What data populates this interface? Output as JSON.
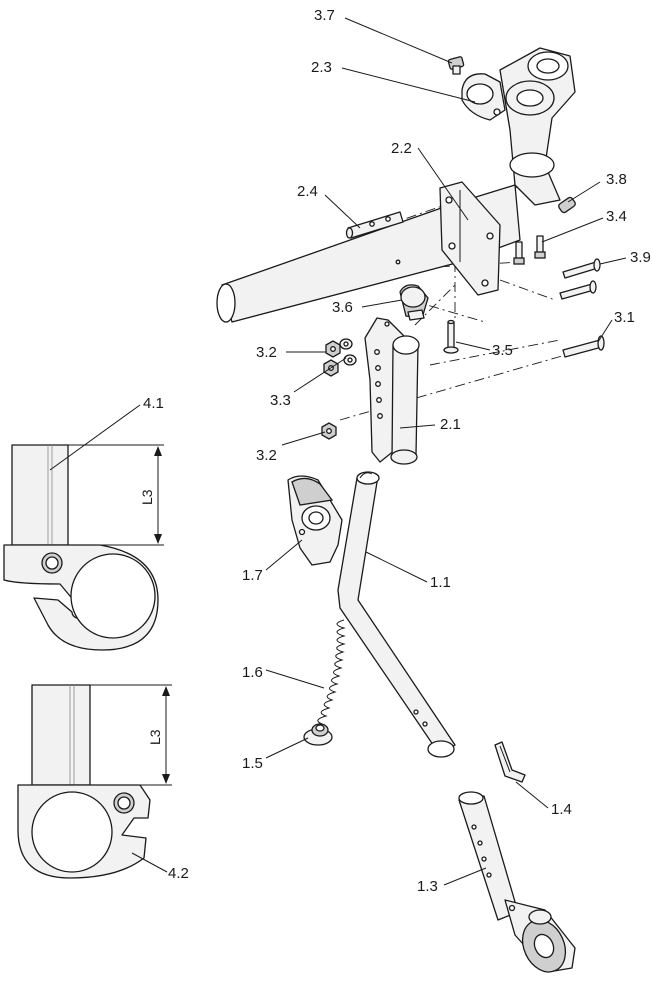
{
  "labels": {
    "p3_7": "3.7",
    "p2_3": "2.3",
    "p2_2": "2.2",
    "p3_8": "3.8",
    "p2_4": "2.4",
    "p3_4": "3.4",
    "p3_9": "3.9",
    "p3_6": "3.6",
    "p3_1": "3.1",
    "p3_2a": "3.2",
    "p3_5": "3.5",
    "p3_3": "3.3",
    "p2_1": "2.1",
    "p3_2b": "3.2",
    "p4_1": "4.1",
    "p1_7": "1.7",
    "p1_1": "1.1",
    "p1_6": "1.6",
    "p1_5": "1.5",
    "p1_4": "1.4",
    "p4_2": "4.2",
    "p1_3": "1.3"
  },
  "dimensions": {
    "top": "L3",
    "bottom": "L3"
  }
}
